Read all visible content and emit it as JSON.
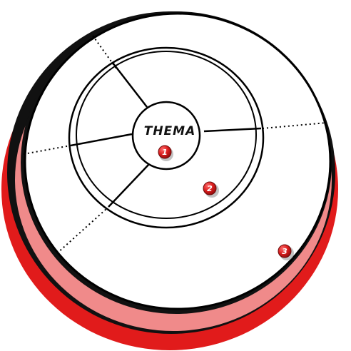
{
  "diagram": {
    "center_label": "THEMA",
    "markers": [
      {
        "label": "1"
      },
      {
        "label": "2"
      },
      {
        "label": "3"
      }
    ],
    "colors": {
      "accent": "#e11b1b",
      "accent_light": "#f08a8a",
      "outline": "#000000",
      "background": "#ffffff",
      "marker_fill": "#d71a1a"
    }
  }
}
